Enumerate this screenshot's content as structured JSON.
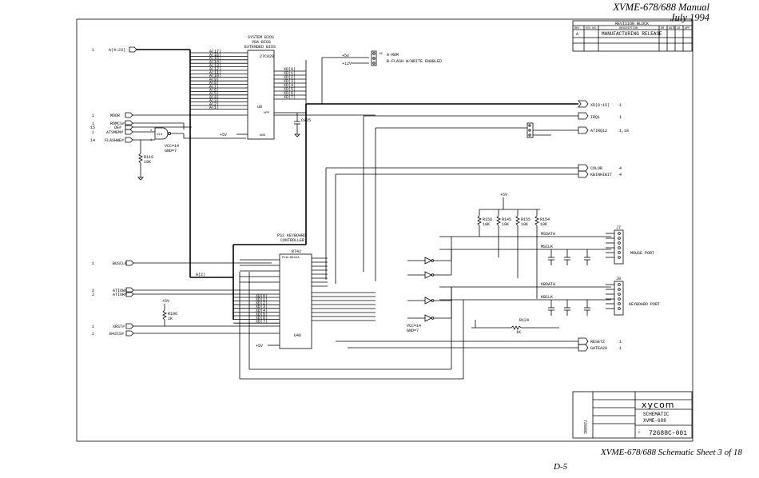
{
  "header": {
    "manual": "XVME-678/688 Manual",
    "date": "July 1994"
  },
  "caption": "XVME-678/688 Schematic Sheet 3 of 18",
  "page_number": "D-5",
  "revision_block": {
    "title": "REVISION BLOCK",
    "col_rev": "REV",
    "col_ecn": "ECO NO.",
    "col_desc": "DESCRIPTION",
    "col_dr": "DR",
    "col_date": "DATE",
    "col_ck": "CK",
    "col_app": "APP",
    "rev": "A",
    "desc": "MANUFACTURING RELEASE"
  },
  "chips": {
    "u8": {
      "ref": "U8",
      "part": "27C020",
      "title1": "SYSTEM BIOS",
      "title2": "VGA BIOS",
      "title3": "EXTENDED BIOS"
    },
    "u46": {
      "ref": "U46",
      "part": "8742",
      "title1": "PS2 KEYBOARD",
      "title2": "CONTROLLER",
      "type": "PC8/8042A"
    }
  },
  "signals_left": {
    "a": "A(4:23)",
    "modr": "MODR",
    "romcs": "ROMCS#",
    "oe": "OE#",
    "atsmem": "ATSMEM#",
    "flash": "FLASHWE#",
    "busclk": "BUSCLK",
    "atiow": "ATIOW#",
    "atior": "ATIOR#",
    "xrst": "XRST#",
    "b42cs": "B42CS#"
  },
  "signals_right": {
    "xd": "XD(0:15)",
    "irq1": "IRQ1",
    "atirq12": "ATIRQ12",
    "color": "COLOR",
    "kbinhibit": "KBINHIBIT",
    "resetz": "RESETZ",
    "gatea20": "GATEA20"
  },
  "sheet_refs": {
    "one": "1",
    "fifteen": "15",
    "fourteen": "14",
    "two": "2",
    "four": "4",
    "irq_ref": "1,18"
  },
  "addr_lines": [
    "A(17)",
    "A(16)",
    "A(15)",
    "A(14)",
    "A(13)",
    "A(12)",
    "A(11)",
    "A(10)",
    "A(9)",
    "A(8)",
    "A(7)",
    "A(6)",
    "A(5)",
    "A(4)",
    "A(3)",
    "A(2)",
    "A(1)"
  ],
  "data_lines": [
    "XD(0)",
    "XD(1)",
    "XD(2)",
    "XD(3)",
    "XD(4)",
    "XD(5)",
    "XD(6)",
    "XD(7)"
  ],
  "u46_data_lines": [
    "XD(0)",
    "XD(1)",
    "XD(2)",
    "XD(3)",
    "XD(4)",
    "XD(5)",
    "XD(6)",
    "XD(7)"
  ],
  "jumper": {
    "label1": "A-ROM",
    "label2": "B-FLASH W/WRITE ENABLED",
    "p5v": "+5V",
    "p12v": "+12V"
  },
  "power": {
    "p5v": "+5V",
    "gnd": "GND",
    "vcc14": "VCC=14",
    "gnd7": "GND=7"
  },
  "resistors": {
    "r119": "R119",
    "r196": "R196",
    "r124": "R124",
    "r156": "R156",
    "r145": "R145",
    "r155": "R155",
    "r154": "R154",
    "val_10k": "10K",
    "val_1k": "1K"
  },
  "nets": {
    "mdata": "MSDATA",
    "mclk": "MSCLK",
    "kbdata": "KBDATA",
    "kbclk": "KBCLK",
    "a2": "A(2)"
  },
  "ports": {
    "mouse": "MOUSE PORT",
    "keyboard": "KEYBOARD PORT",
    "j7": "J7",
    "j8": "J8"
  },
  "title_block": {
    "company": "xycom",
    "title1": "SCHEMATIC",
    "title2": "XVME-688",
    "drawing_no": "72688C-001",
    "size": "C",
    "side_rev": "72688C"
  }
}
